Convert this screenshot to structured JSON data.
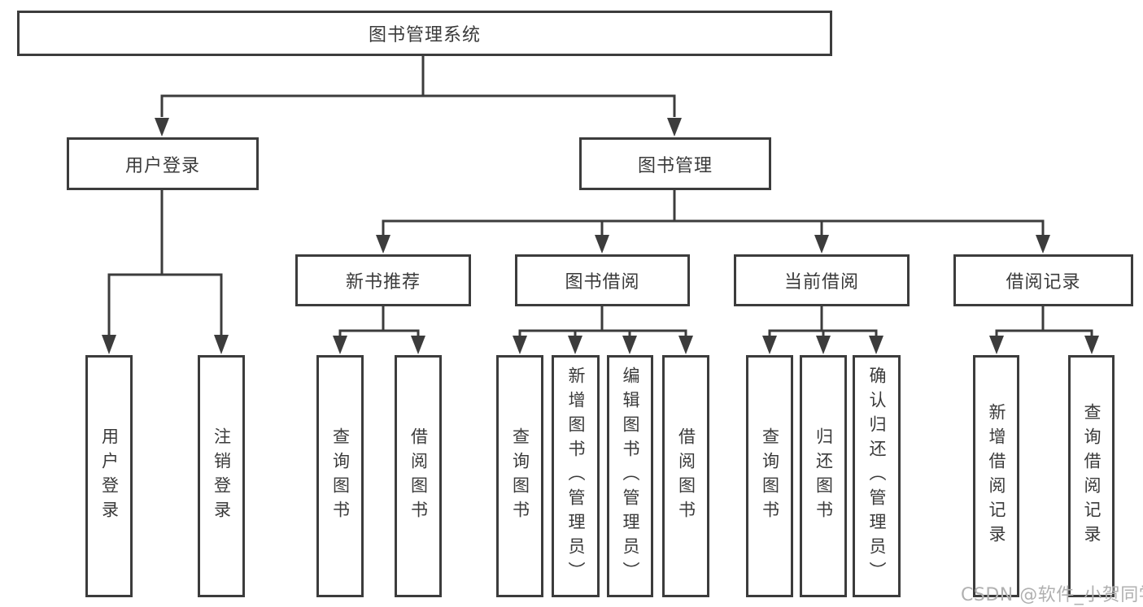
{
  "diagram_title": "图书管理系统",
  "tree": {
    "root": {
      "label": "图书管理系统"
    },
    "children": [
      {
        "label": "用户登录",
        "children": [
          {
            "label": "用户登录"
          },
          {
            "label": "注销登录"
          }
        ]
      },
      {
        "label": "图书管理",
        "children": [
          {
            "label": "新书推荐",
            "children": [
              {
                "label": "查询图书"
              },
              {
                "label": "借阅图书"
              }
            ]
          },
          {
            "label": "图书借阅",
            "children": [
              {
                "label": "查询图书"
              },
              {
                "label": "新增图书（管理员）"
              },
              {
                "label": "编辑图书（管理员）"
              },
              {
                "label": "借阅图书"
              }
            ]
          },
          {
            "label": "当前借阅",
            "children": [
              {
                "label": "查询图书"
              },
              {
                "label": "归还图书"
              },
              {
                "label": "确认归还（管理员）"
              }
            ]
          },
          {
            "label": "借阅记录",
            "children": [
              {
                "label": "新增借阅记录"
              },
              {
                "label": "查询借阅记录"
              }
            ]
          }
        ]
      }
    ]
  },
  "watermark": "CSDN @软件_小贺同学",
  "colors": {
    "line": "#3c3c3c",
    "text": "#3a3a3a",
    "watermark": "#b0b0b0"
  }
}
